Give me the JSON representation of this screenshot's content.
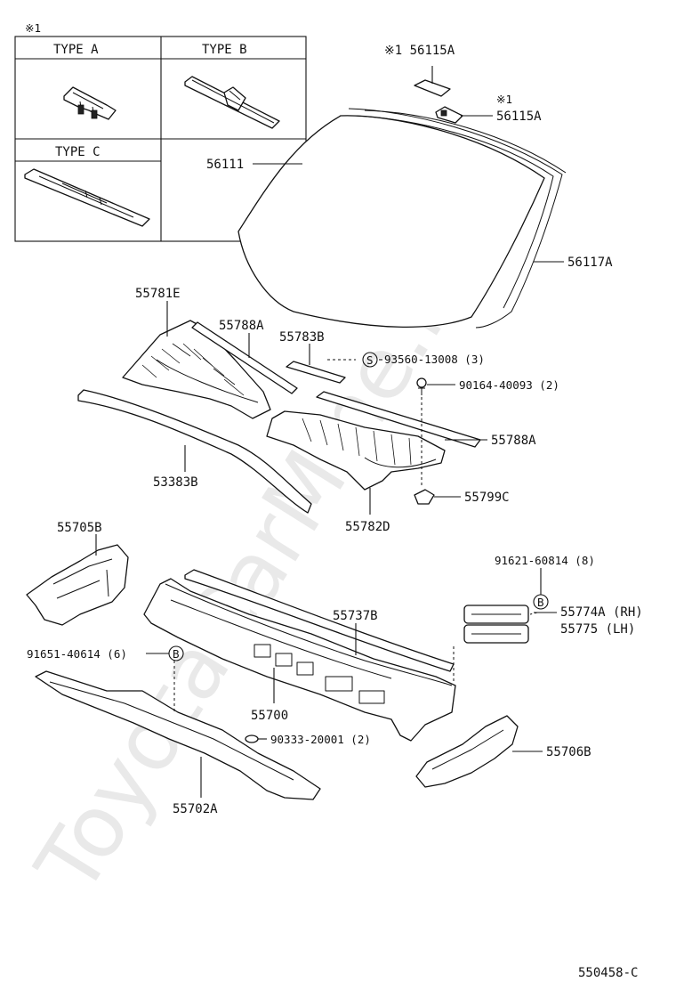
{
  "watermark": "ToyotaCarMine.ru",
  "diagram_code": "550458-C",
  "inset": {
    "note": "※1",
    "type_a": "TYPE A",
    "type_b": "TYPE B",
    "type_c": "TYPE C"
  },
  "bolt_marker_s": "S",
  "bolt_marker_b": "B",
  "labels": {
    "p56115a_top": "※1 56115A",
    "p56115a_note": "※1",
    "p56115a": "56115A",
    "p56111": "56111",
    "p56117a": "56117A",
    "p55781e": "55781E",
    "p55788a_top": "55788A",
    "p55783b": "55783B",
    "p93560": "93560-13008 (3)",
    "p90164": "90164-40093 (2)",
    "p55788a": "55788A",
    "p53383b": "53383B",
    "p55782d": "55782D",
    "p55799c": "55799C",
    "p55705b": "55705B",
    "p91621": "91621-60814 (8)",
    "p55737b": "55737B",
    "p55774a": "55774A (RH)",
    "p55775": "55775  (LH)",
    "p91651": "91651-40614 (6)",
    "p55700": "55700",
    "p90333": "90333-20001 (2)",
    "p55706b": "55706B",
    "p55702a": "55702A"
  }
}
